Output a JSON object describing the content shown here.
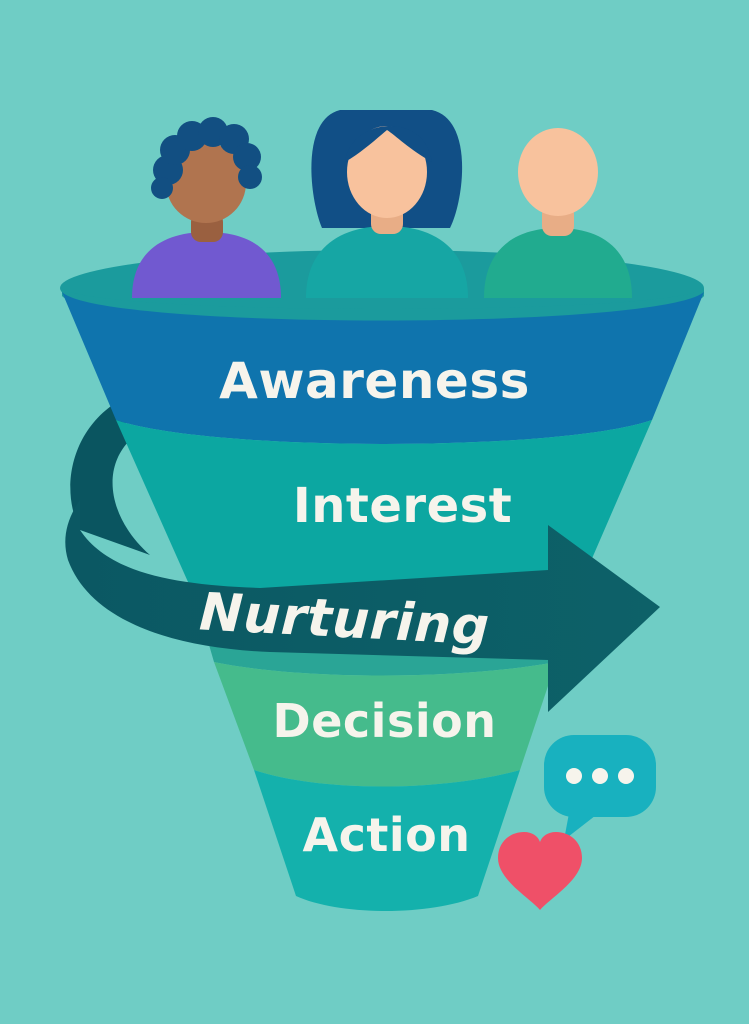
{
  "diagram": {
    "type": "funnel",
    "stages": [
      {
        "label": "Awareness",
        "color": "#0f74ad"
      },
      {
        "label": "Interest",
        "color": "#0ca7a1"
      },
      {
        "label": "Decision",
        "color": "#45bb8c"
      },
      {
        "label": "Action",
        "color": "#14b1ac"
      }
    ],
    "arrow": {
      "label": "Nurturing",
      "color": "#0c5f67"
    },
    "people": [
      {
        "name": "person-curly-hair",
        "shirt": "#7159d0",
        "skin": "#b0744f"
      },
      {
        "name": "person-long-hair",
        "shirt": "#16a6a4",
        "skin": "#f8c29d"
      },
      {
        "name": "person-bald",
        "shirt": "#21ab8f",
        "skin": "#f8c29d"
      }
    ],
    "icons": [
      "chat-bubble-icon",
      "heart-icon"
    ],
    "colors": {
      "background": "#6fcdc5",
      "funnel_rim": "#1b9b9d",
      "chat_bubble": "#18b1bf",
      "heart": "#ef5068",
      "text": "#f6f4ec"
    }
  }
}
